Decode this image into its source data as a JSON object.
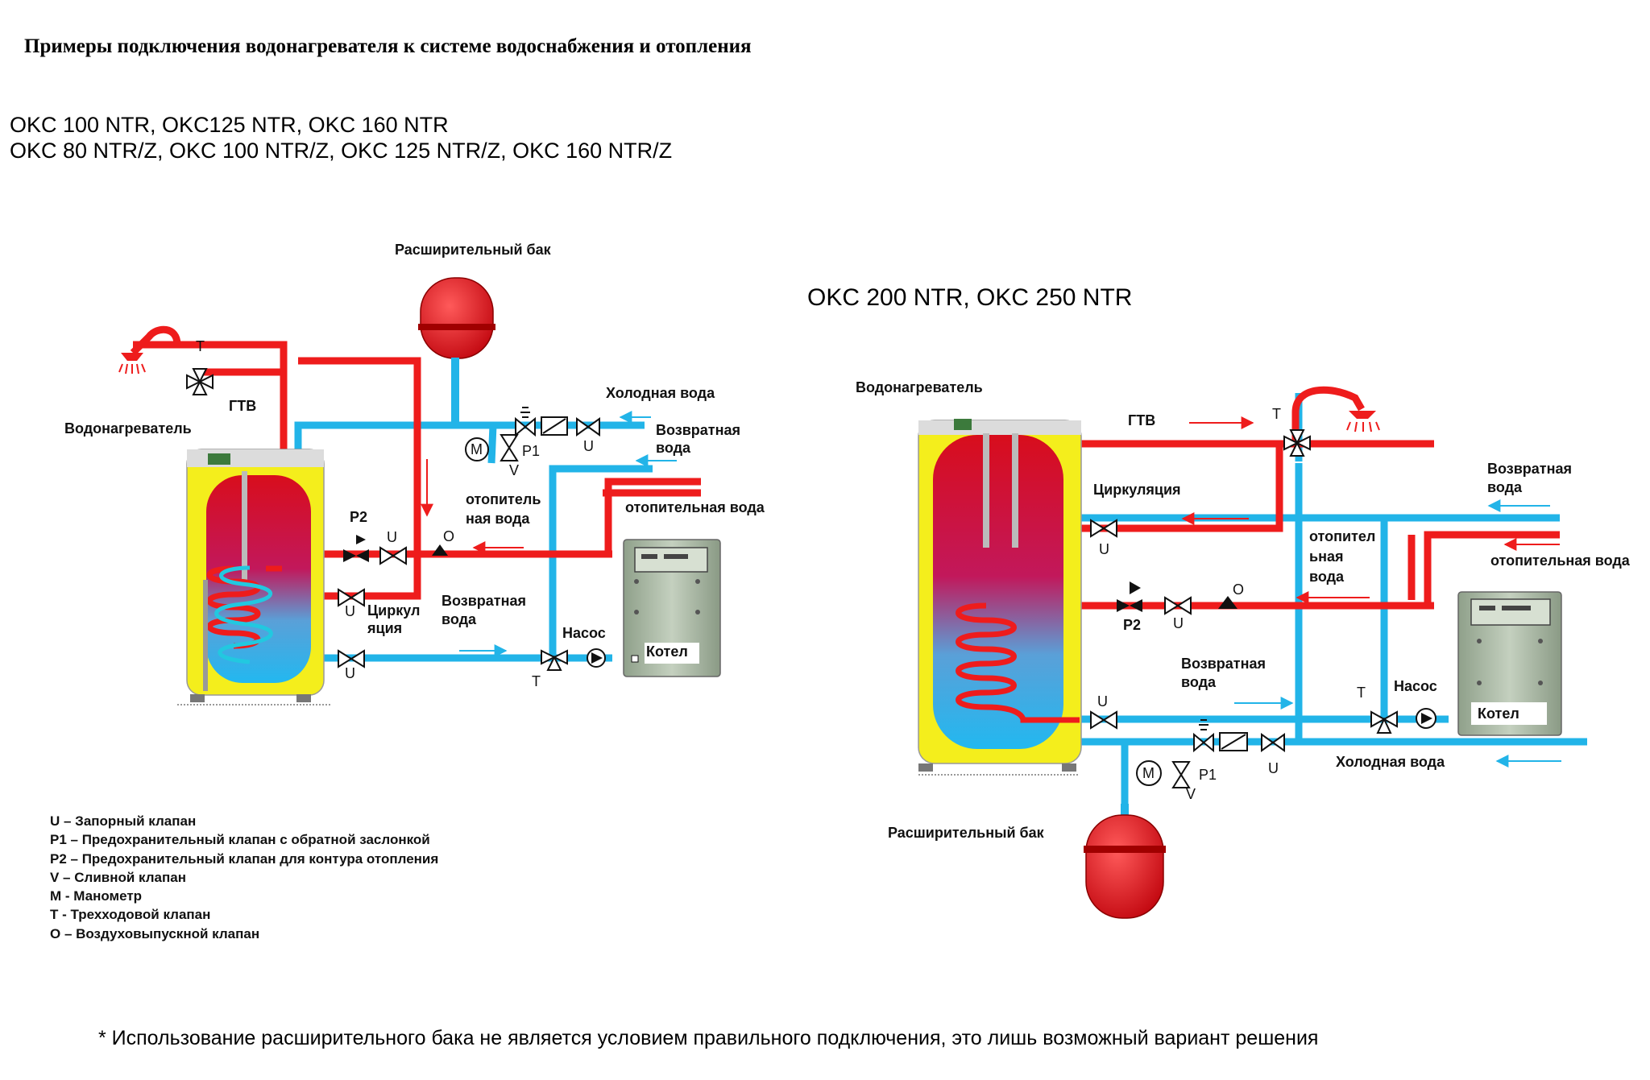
{
  "title": "Примеры подключения водонагревателя к системе водоснабжения и отопления",
  "models": {
    "left_line1": "OKC 100 NTR, OKC125 NTR, OKC 160 NTR",
    "left_line2": "OKC 80 NTR/Z, OKC 100 NTR/Z, OKC 125 NTR/Z, OKC 160 NTR/Z",
    "right": "OKC 200 NTR, OKC 250 NTR"
  },
  "left_diagram": {
    "expansion_tank": "Расширительный бак",
    "water_heater": "Водонагреватель",
    "dhw": "ГТВ",
    "cold_water": "Холодная вода",
    "return_water_top": [
      "Возвратная",
      "вода"
    ],
    "heating_water_mid": [
      "отопитель",
      "ная вода"
    ],
    "heating_water_right": "отопительная вода",
    "return_water_bottom": [
      "Возвратная",
      "вода"
    ],
    "circulation": [
      "Циркул",
      "яция"
    ],
    "pump": "Насос",
    "boiler": "Котел",
    "valve_T": "T",
    "valve_U": "U",
    "valve_P1": "P1",
    "valve_P2": "P2",
    "valve_V": "V",
    "valve_O": "O",
    "gauge_M": "M"
  },
  "right_diagram": {
    "water_heater": "Водонагреватель",
    "dhw": "ГТВ",
    "circulation": "Циркуляция",
    "return_water_top": [
      "Возвратная",
      "вода"
    ],
    "heating_water_mid": [
      "отопител",
      "ьная",
      "вода"
    ],
    "heating_water_right": "отопительная вода",
    "return_water_bottom": [
      "Возвратная",
      "вода"
    ],
    "cold_water": "Холодная вода",
    "expansion_tank": "Расширительный бак",
    "pump": "Насос",
    "boiler": "Котел",
    "valve_T": "T",
    "valve_U": "U",
    "valve_P1": "P1",
    "valve_P2": "P2",
    "valve_V": "V",
    "valve_O": "O",
    "gauge_M": "M"
  },
  "legend": [
    "U – Запорный клапан",
    "P1 – Предохранительный клапан с обратной заслонкой",
    "P2 – Предохранительный клапан для контура отопления",
    "V – Сливной клапан",
    "M - Манометр",
    "T - Трехходовой клапан",
    "O – Воздуховыпускной клапан"
  ],
  "footnote": "* Использование расширительного бака не является условием правильного подключения, это лишь возможный вариант решения",
  "colors": {
    "hot_pipe": "#ee1c1c",
    "cold_pipe": "#22b4e8",
    "heater_jacket": "#f4ee1c",
    "tank_red": "#e8101a",
    "tank_blue": "#29b6f0",
    "boiler": "#a9b8a2"
  }
}
